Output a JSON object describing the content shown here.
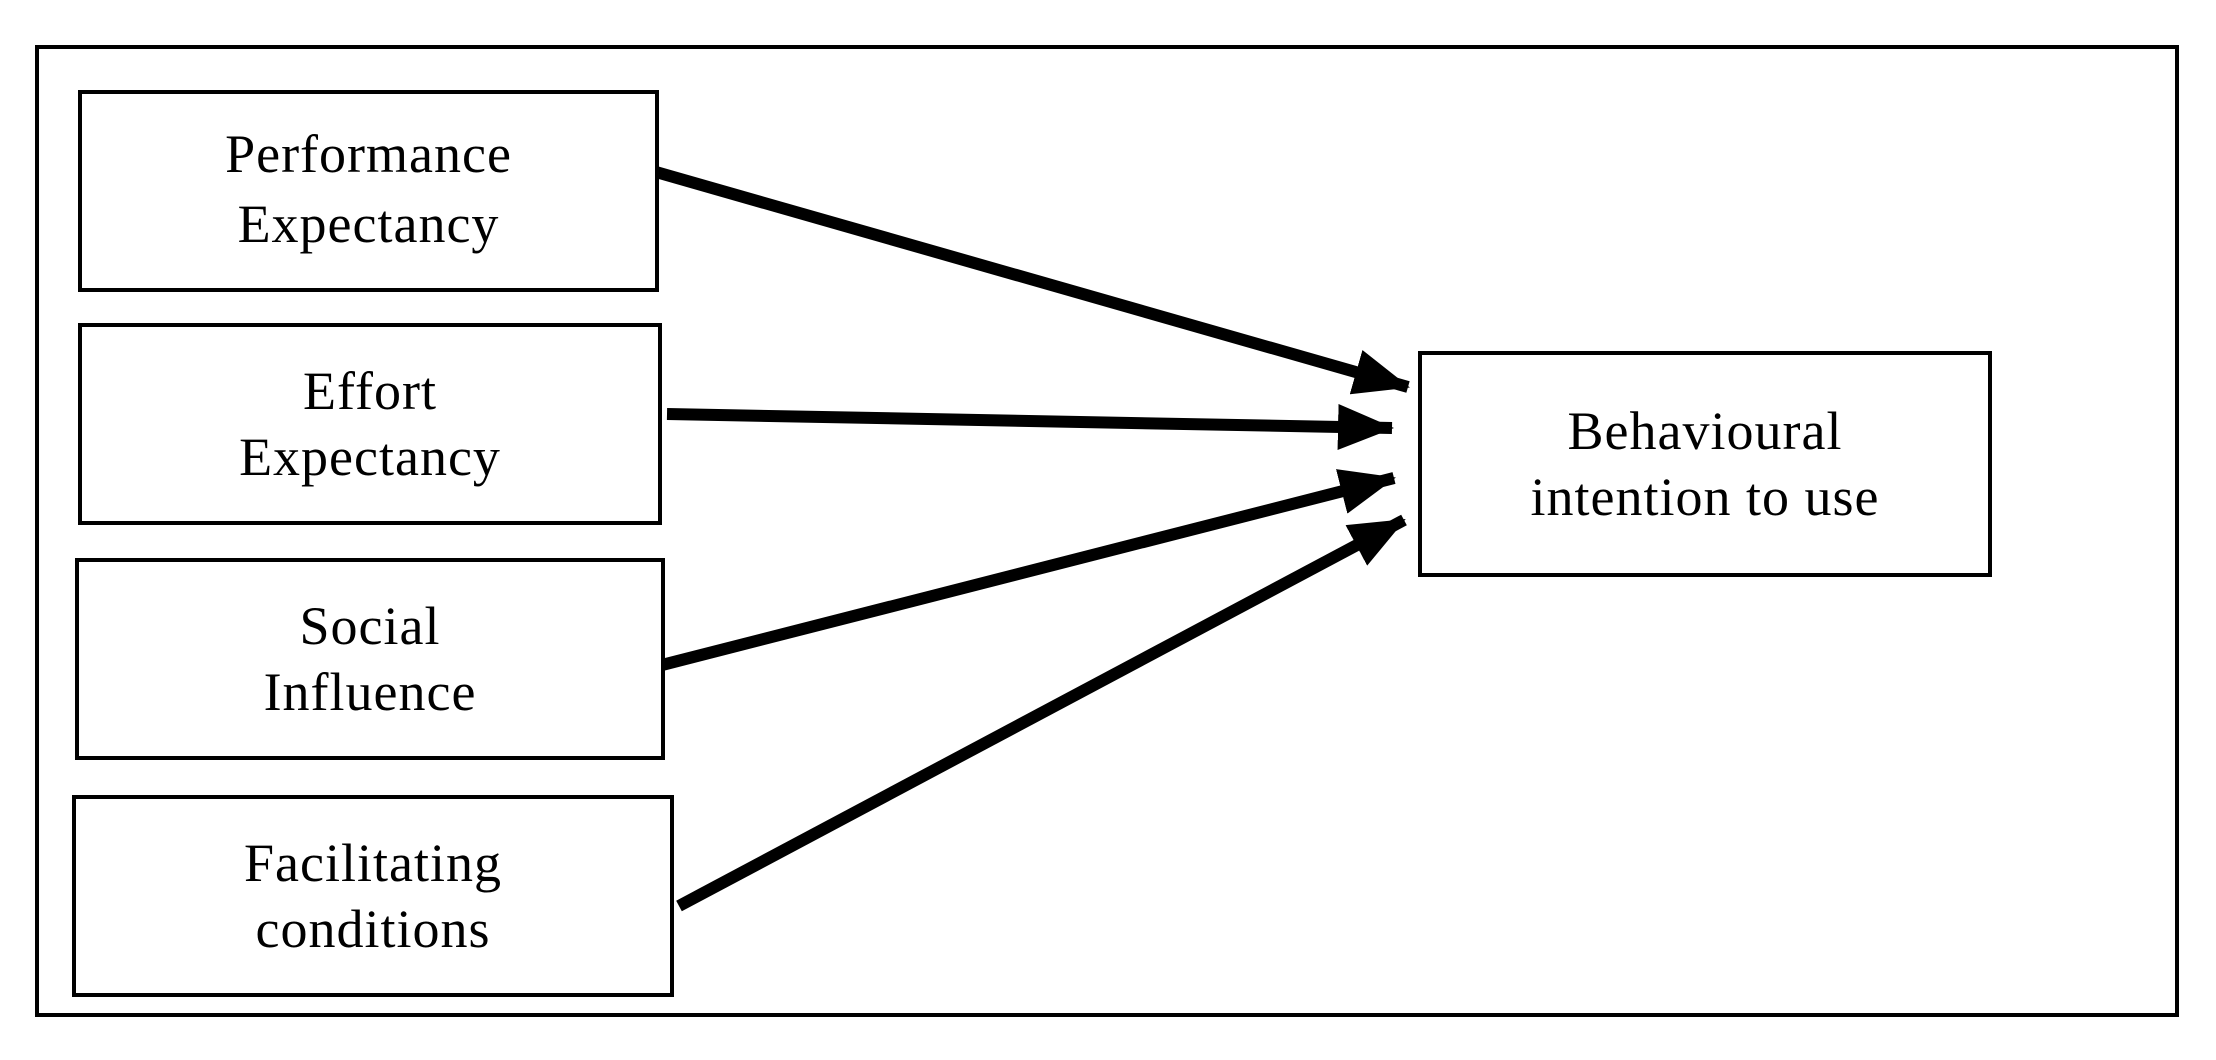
{
  "diagram": {
    "nodes": {
      "performance_expectancy": {
        "line1": "Performance",
        "line2": "Expectancy"
      },
      "effort_expectancy": {
        "line1": "Effort",
        "line2": "Expectancy"
      },
      "social_influence": {
        "line1": "Social",
        "line2": "Influence"
      },
      "facilitating_conditions": {
        "line1": "Facilitating",
        "line2": "conditions"
      },
      "behavioural_intention": {
        "line1": "Behavioural",
        "line2": "intention to use"
      }
    },
    "edges": [
      {
        "from": "performance_expectancy",
        "to": "behavioural_intention"
      },
      {
        "from": "effort_expectancy",
        "to": "behavioural_intention"
      },
      {
        "from": "social_influence",
        "to": "behavioural_intention"
      },
      {
        "from": "facilitating_conditions",
        "to": "behavioural_intention"
      }
    ],
    "colors": {
      "line": "#000000",
      "background": "#ffffff"
    }
  }
}
